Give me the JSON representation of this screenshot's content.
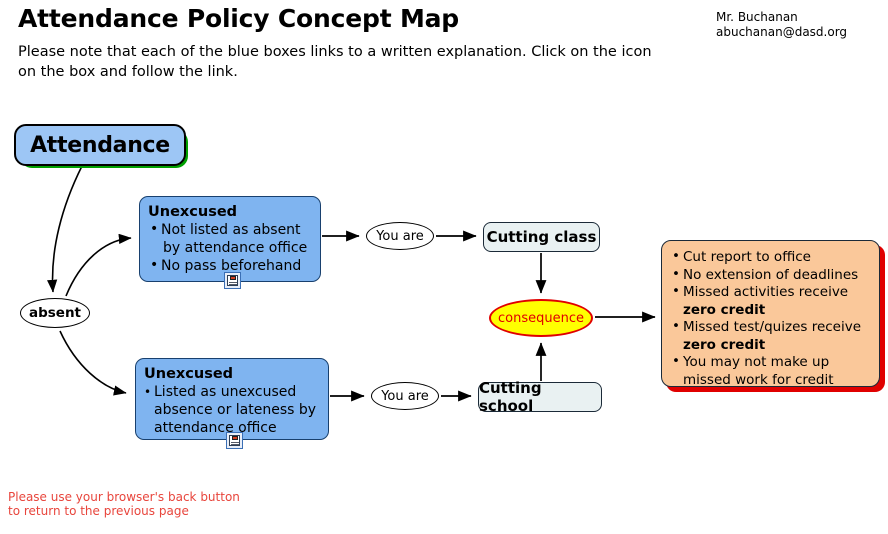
{
  "header": {
    "title": "Attendance Policy Concept Map",
    "subtitle": "Please note that each of the blue boxes links to a written explanation. Click on the icon on the box and follow the link.",
    "author_name": "Mr. Buchanan",
    "author_email": "abuchanan@dasd.org"
  },
  "diagram": {
    "type": "concept-map",
    "start_node": {
      "label": "Attendance",
      "fill": "#9dc6f5",
      "shadow": "#00a000",
      "border": "#000000"
    },
    "absent_node": {
      "label": "absent",
      "fill": "#ffffff",
      "border": "#000000"
    },
    "unexcused_box_1": {
      "heading": "Unexcused",
      "bullets": [
        "Not listed as absent by attendance office",
        "No pass beforehand"
      ],
      "bullet_lines": [
        "Not listed as absent",
        "by attendance office",
        "No pass beforehand"
      ],
      "fill": "#7fb4f0",
      "icon": "document-link-icon"
    },
    "unexcused_box_2": {
      "heading": "Unexcused",
      "bullets": [
        "Listed as unexcused absence or lateness by attendance office"
      ],
      "bullet_lines": [
        "Listed as unexcused",
        "absence or lateness by",
        "attendance office"
      ],
      "fill": "#7fb4f0",
      "icon": "document-link-icon"
    },
    "you_are_1": {
      "label": "You are"
    },
    "you_are_2": {
      "label": "You are"
    },
    "cutting_class": {
      "label": "Cutting class",
      "fill": "#e9f1f2"
    },
    "cutting_school": {
      "label": "Cutting school",
      "fill": "#e9f1f2"
    },
    "consequence_node": {
      "label": "consequence",
      "fill": "#ffff00",
      "border": "#e00000",
      "text_color": "#e00000"
    },
    "consequence_list": {
      "fill": "#fac89a",
      "shadow": "#e00000",
      "items": [
        {
          "text": "Cut report to office",
          "bold_tail": ""
        },
        {
          "text": "No extension of deadlines",
          "bold_tail": ""
        },
        {
          "text": "Missed activities receive",
          "bold_tail": "zero credit"
        },
        {
          "text": "Missed test/quizes receive",
          "bold_tail": "zero credit"
        },
        {
          "text": "You may not make up",
          "bold_tail": ""
        }
      ],
      "lines": [
        "Cut report to office",
        "No extension of deadlines",
        "Missed activities receive",
        "zero credit",
        "Missed test/quizes receive",
        "zero credit",
        "You may not make up",
        "missed work for credit"
      ]
    }
  },
  "footer": {
    "line1": "Please use your browser's back button",
    "line2": "to return to the previous page",
    "color": "#e8453c"
  }
}
